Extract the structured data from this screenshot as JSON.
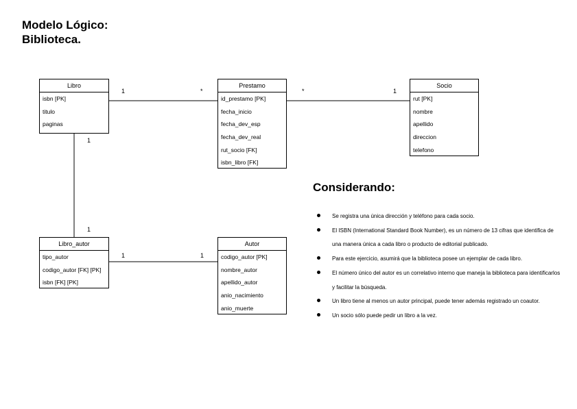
{
  "title": {
    "line1": "Modelo Lógico:",
    "line2": "Biblioteca."
  },
  "entities": {
    "libro": {
      "name": "Libro",
      "attributes": [
        "isbn [PK]",
        "titulo",
        "paginas"
      ]
    },
    "prestamo": {
      "name": "Prestamo",
      "attributes": [
        "id_prestamo [PK]",
        "fecha_inicio",
        "fecha_dev_esp",
        "fecha_dev_real",
        "rut_socio [FK]",
        "isbn_libro [FK]"
      ]
    },
    "socio": {
      "name": "Socio",
      "attributes": [
        "rut [PK]",
        "nombre",
        "apellido",
        "direccion",
        "telefono"
      ]
    },
    "libro_autor": {
      "name": "Libro_autor",
      "attributes": [
        "tipo_autor",
        "codigo_autor [FK] [PK]",
        "isbn [FK] [PK]"
      ]
    },
    "autor": {
      "name": "Autor",
      "attributes": [
        "codigo_autor [PK]",
        "nombre_autor",
        "apellido_autor",
        "anio_nacimiento",
        "anio_muerte"
      ]
    }
  },
  "relationships": {
    "libro_prestamo": {
      "from": "Libro",
      "to": "Prestamo",
      "from_mult": "1",
      "to_mult": "*"
    },
    "prestamo_socio": {
      "from": "Prestamo",
      "to": "Socio",
      "from_mult": "*",
      "to_mult": "1"
    },
    "libro_libro_autor": {
      "from": "Libro",
      "to": "Libro_autor",
      "from_mult": "1",
      "to_mult": "1"
    },
    "libro_autor_autor": {
      "from": "Libro_autor",
      "to": "Autor",
      "from_mult": "1",
      "to_mult": "1"
    }
  },
  "considering": {
    "heading": "Considerando:",
    "notes": [
      "Se registra una única dirección y teléfono para cada socio.",
      "El ISBN (International Standard Book Number), es un número de 13 cifras que identifica de una manera única a cada libro o producto de editorial publicado.",
      "Para este ejercicio, asumirá que la biblioteca posee un ejemplar de cada libro.",
      "El número único del autor es un correlativo interno que maneja la biblioteca para identificarlos y facilitar la búsqueda.",
      "Un libro tiene al menos un autor principal, puede tener además registrado un coautor.",
      "Un socio sólo puede pedir un libro a la vez."
    ]
  }
}
